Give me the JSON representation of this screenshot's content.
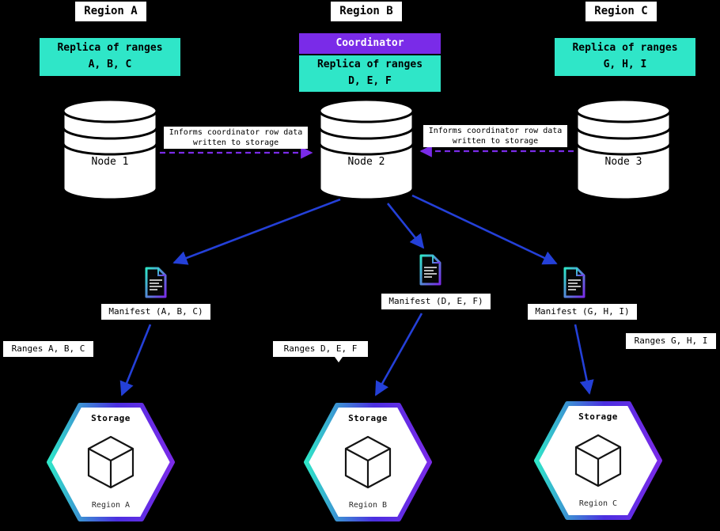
{
  "colors": {
    "bg": "#000000",
    "cyan": "#2fe6c8",
    "purple": "#7a2be8",
    "blue": "#2440d8",
    "box-bg": "#ffffff",
    "box-text": "#000000"
  },
  "regions": [
    {
      "title": "Region A",
      "replica_label": "Replica of ranges\nA, B, C",
      "node_label": "Node 1",
      "manifest_label": "Manifest (A, B, C)",
      "ranges_label": "Ranges A, B, C",
      "storage_title": "Storage",
      "storage_region": "Region A"
    },
    {
      "title": "Region B",
      "coordinator_label": "Coordinator",
      "replica_label": "Replica of ranges\nD, E, F",
      "node_label": "Node 2",
      "manifest_label": "Manifest (D, E, F)",
      "ranges_label": "Ranges D, E, F",
      "storage_title": "Storage",
      "storage_region": "Region B"
    },
    {
      "title": "Region C",
      "replica_label": "Replica of ranges\nG, H, I",
      "node_label": "Node 3",
      "manifest_label": "Manifest (G, H, I)",
      "ranges_label": "Ranges G, H, I",
      "storage_title": "Storage",
      "storage_region": "Region C"
    }
  ],
  "annotations": {
    "informs_left": "Informs coordinator row data\nwritten to storage",
    "informs_right": "Informs coordinator row data\nwritten to storage"
  }
}
